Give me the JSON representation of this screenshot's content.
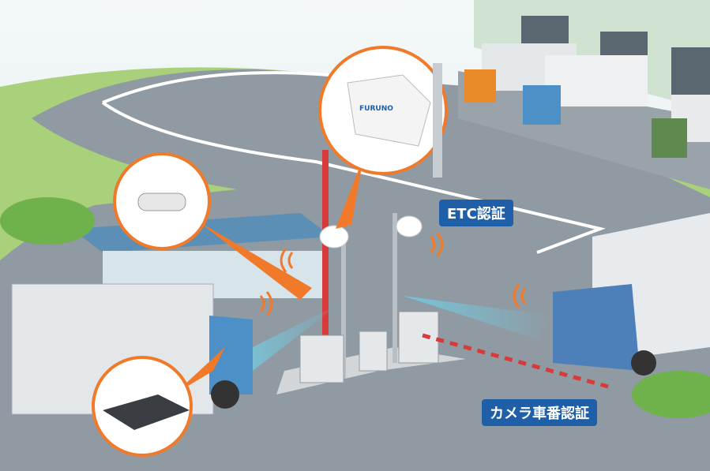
{
  "labels": {
    "etc": "ETC認証",
    "camera_plate": "カメラ車番認証"
  },
  "antenna_logo": "FURUNO",
  "colors": {
    "accent_orange": "#f07a2a",
    "label_blue": "#1f5fa8",
    "road": "#8f9aa3",
    "grass": "#a9d07a"
  }
}
